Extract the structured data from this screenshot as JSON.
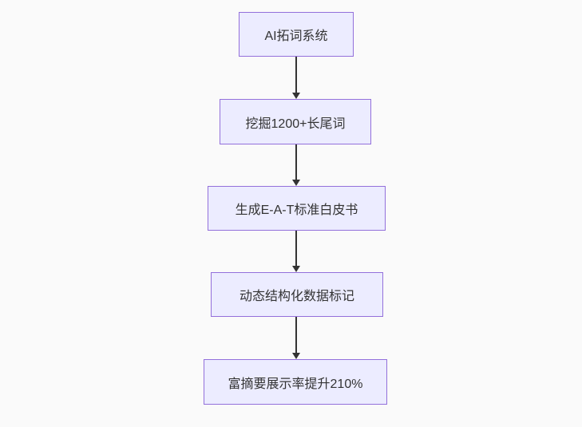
{
  "diagram": {
    "type": "flowchart",
    "direction": "top-down",
    "nodes": [
      {
        "label": "AI拓词系统"
      },
      {
        "label": "挖掘1200+长尾词"
      },
      {
        "label": "生成E-A-T标准白皮书"
      },
      {
        "label": "动态结构化数据标记"
      },
      {
        "label": "富摘要展示率提升210%"
      }
    ],
    "edges": [
      {
        "from": 0,
        "to": 1
      },
      {
        "from": 1,
        "to": 2
      },
      {
        "from": 2,
        "to": 3
      },
      {
        "from": 3,
        "to": 4
      }
    ],
    "colors": {
      "node_fill": "#ececff",
      "node_border": "#9370db",
      "arrow": "#333333",
      "text": "#333333",
      "background": "#fafafa"
    }
  }
}
